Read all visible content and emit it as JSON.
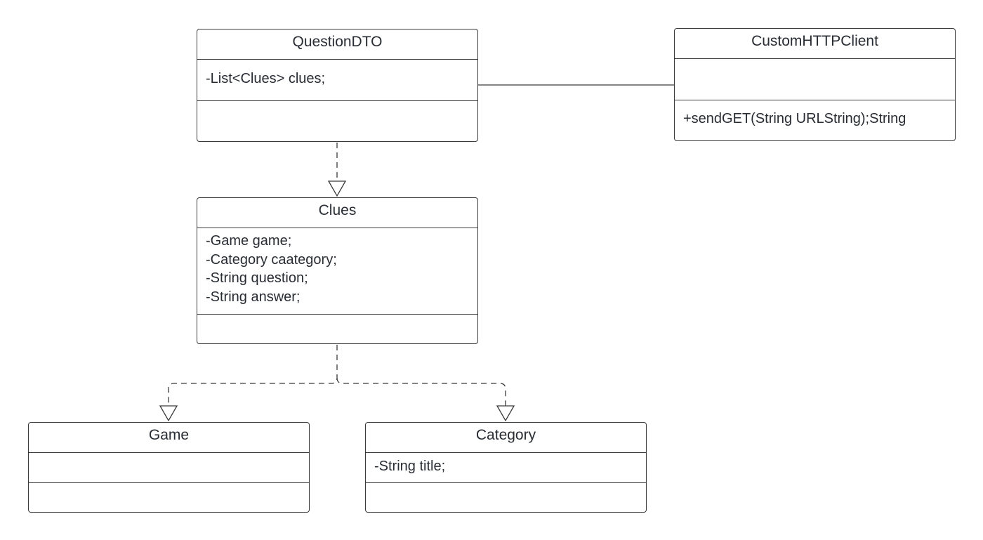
{
  "diagram": {
    "classes": {
      "questiondto": {
        "name": "QuestionDTO",
        "attributes": [
          "-List<Clues> clues;"
        ],
        "methods": []
      },
      "customhttpclient": {
        "name": "CustomHTTPClient",
        "attributes": [],
        "methods": [
          "+sendGET(String URLString);String"
        ]
      },
      "clues": {
        "name": "Clues",
        "attributes": [
          "-Game game;",
          "-Category caategory;",
          "-String question;",
          "-String answer;"
        ],
        "methods": []
      },
      "game": {
        "name": "Game",
        "attributes": [],
        "methods": []
      },
      "category": {
        "name": "Category",
        "attributes": [
          "-String title;"
        ],
        "methods": []
      }
    },
    "relationships": [
      {
        "from": "QuestionDTO",
        "to": "CustomHTTPClient",
        "type": "association"
      },
      {
        "from": "QuestionDTO",
        "to": "Clues",
        "type": "dependency"
      },
      {
        "from": "Clues",
        "to": "Game",
        "type": "dependency"
      },
      {
        "from": "Clues",
        "to": "Category",
        "type": "dependency"
      }
    ],
    "colors": {
      "line": "#3a3a3a",
      "text": "#282c33",
      "background": "#ffffff"
    }
  }
}
